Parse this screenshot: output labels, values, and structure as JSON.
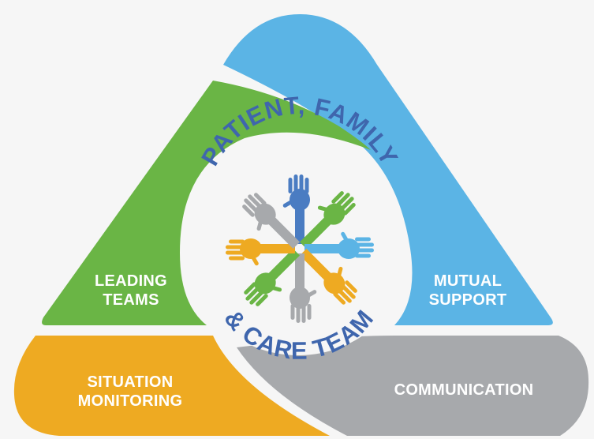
{
  "segments": {
    "leading": {
      "line1": "LEADING",
      "line2": "TEAMS",
      "color": "#6ab545"
    },
    "mutual": {
      "line1": "MUTUAL",
      "line2": "SUPPORT",
      "color": "#5bb4e5"
    },
    "situation": {
      "line1": "SITUATION",
      "line2": "MONITORING",
      "color": "#eeaa22"
    },
    "communication": {
      "line1": "COMMUNICATION",
      "color": "#a7a9ac"
    }
  },
  "center": {
    "top_text": "PATIENT, FAMILY",
    "bottom_text": "& CARE TEAM",
    "text_color": "#3f66ad",
    "hand_colors": [
      "#4a7cc2",
      "#6ab545",
      "#5bb4e5",
      "#eeaa22",
      "#a7a9ac",
      "#6ab545",
      "#eeaa22",
      "#a7a9ac"
    ]
  }
}
